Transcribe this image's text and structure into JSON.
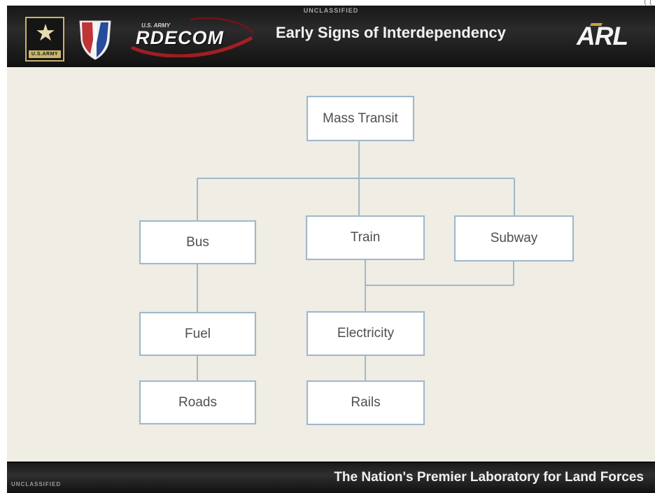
{
  "page": {
    "corner_marker": "(  ("
  },
  "header": {
    "classification": "UNCLASSIFIED",
    "army_logo_label": "U.S.ARMY",
    "rdecom_small": "U.S. ARMY",
    "rdecom_name": "RDECOM",
    "title": "Early Signs of Interdependency",
    "arl_name": "ARL"
  },
  "diagram": {
    "nodes": [
      {
        "id": "mass-transit",
        "label": "Mass Transit"
      },
      {
        "id": "bus",
        "label": "Bus"
      },
      {
        "id": "train",
        "label": "Train"
      },
      {
        "id": "subway",
        "label": "Subway"
      },
      {
        "id": "fuel",
        "label": "Fuel"
      },
      {
        "id": "electricity",
        "label": "Electricity"
      },
      {
        "id": "roads",
        "label": "Roads"
      },
      {
        "id": "rails",
        "label": "Rails"
      }
    ],
    "edges": [
      {
        "from": "mass-transit",
        "to": "bus"
      },
      {
        "from": "mass-transit",
        "to": "train"
      },
      {
        "from": "mass-transit",
        "to": "subway"
      },
      {
        "from": "bus",
        "to": "fuel"
      },
      {
        "from": "fuel",
        "to": "roads"
      },
      {
        "from": "train",
        "to": "electricity"
      },
      {
        "from": "subway",
        "to": "electricity"
      },
      {
        "from": "electricity",
        "to": "rails"
      }
    ],
    "line_color": "#9fb8cb",
    "node_border_color": "#9fb8cb"
  },
  "footer": {
    "classification": "UNCLASSIFIED",
    "tagline": "The Nation's Premier Laboratory for Land Forces"
  }
}
